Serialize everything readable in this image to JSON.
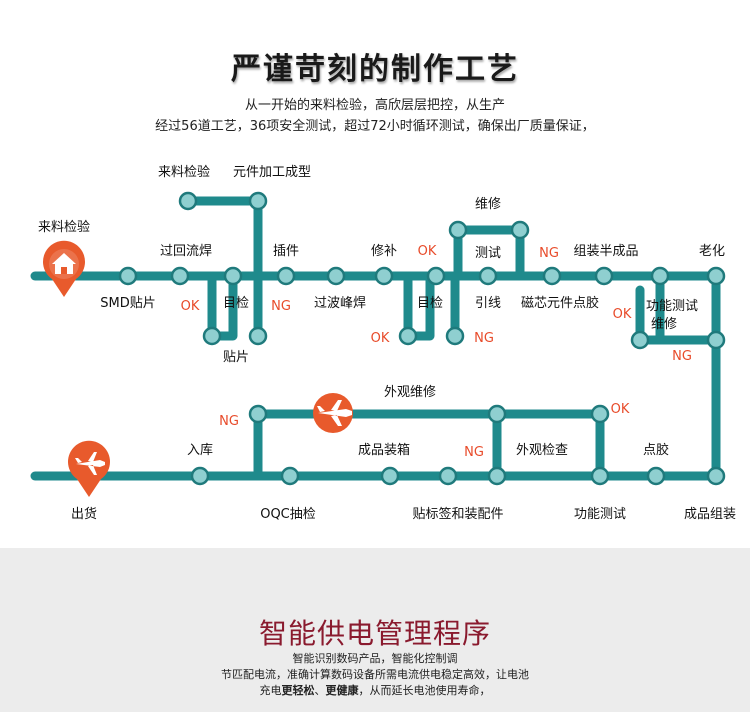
{
  "header": {
    "title": "严谨苛刻的制作工艺",
    "intro_1": "从一开始的来料检验，高欣层层把控，从生产",
    "intro_2": "经过56道工艺，36项安全测试，超过72小时循环测试，确保出厂质量保证，"
  },
  "flow": {
    "labels": {
      "incoming_inspection_main": "来料检验",
      "incoming_inspection_top": "来料检验",
      "component_forming": "元件加工成型",
      "reflow": "过回流焊",
      "smd": "SMD贴片",
      "ok_1": "OK",
      "visual_check_1": "目检",
      "patch": "贴片",
      "ng_1": "NG",
      "insert": "插件",
      "wave_solder": "过波峰焊",
      "repair": "修补",
      "ok_2": "OK",
      "ok_3": "OK",
      "visual_check_2": "目检",
      "ng_2": "NG",
      "maintenance_1": "维修",
      "test": "测试",
      "lead_wire": "引线",
      "ng_3": "NG",
      "core_glue": "磁芯元件点胶",
      "assemble_semi": "组装半成品",
      "aging": "老化",
      "ok_4": "OK",
      "function_test_1": "功能测试",
      "maintenance_2": "维修",
      "ng_4": "NG",
      "appearance_repair": "外观维修",
      "ng_5": "NG",
      "ok_5": "OK",
      "storage": "入库",
      "packing": "成品装箱",
      "ng_6": "NG",
      "appearance_check": "外观检查",
      "dispensing": "点胶",
      "shipping": "出货",
      "oqc": "OQC抽检",
      "labeling": "贴标签和装配件",
      "function_test_2": "功能测试",
      "final_assembly": "成品组装"
    },
    "colors": {
      "line": "#1f8a8c",
      "node": "#2a9a9c",
      "node_fill": "#8fcfd0",
      "ok_ng": "#e84b2a",
      "pin": "#e85a2c"
    },
    "icons": {
      "start": "house-icon",
      "plane": "airplane-icon",
      "end": "airplane-icon"
    }
  },
  "footer": {
    "title": "智能供电管理程序",
    "line_1": "智能识别数码产品，智能化控制调",
    "line_2": "节匹配电流，准确计算数码设备所需电流供电稳定高效，让电池",
    "line_3_pre": "充电",
    "line_3_b1": "更轻松",
    "line_3_sep": "、",
    "line_3_b2": "更健康",
    "line_3_post": "，从而延长电池使用寿命，"
  }
}
